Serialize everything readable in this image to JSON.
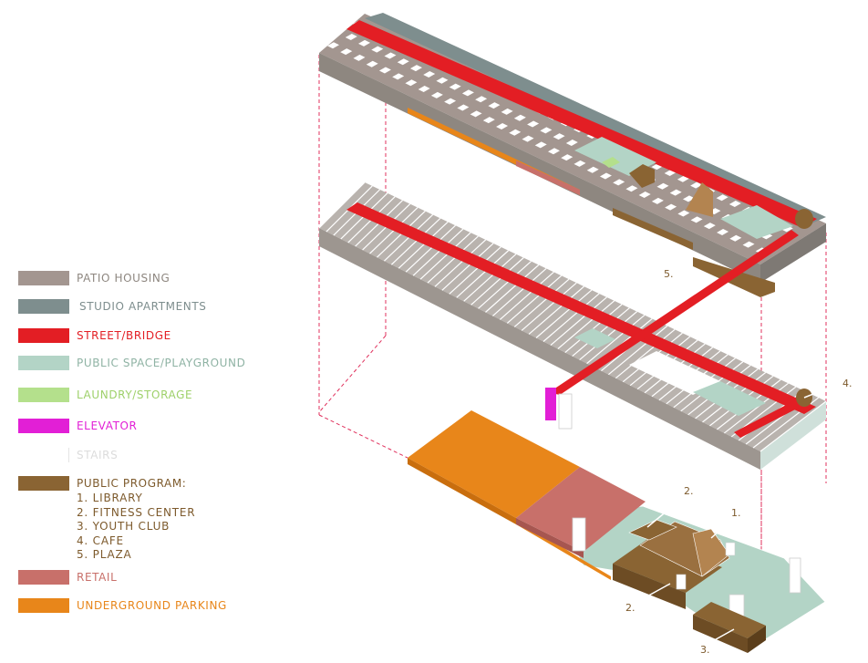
{
  "colors": {
    "patio_housing": "#a39690",
    "studio_apartments": "#7e8e8e",
    "street_bridge": "#e31e24",
    "public_space": "#b3d4c6",
    "laundry_storage": "#b4e08c",
    "elevator": "#e21fd6",
    "stairs": "#ffffff",
    "public_program": "#8a6433",
    "retail": "#c8706a",
    "underground_parking": "#e8861a"
  },
  "legend": {
    "patio_housing": "PATIO HOUSING",
    "studio_apartments": "STUDIO APARTMENTS",
    "street_bridge": "STREET/BRIDGE",
    "public_space": "PUBLIC SPACE/PLAYGROUND",
    "laundry_storage": "LAUNDRY/STORAGE",
    "elevator": "ELEVATOR",
    "stairs": "STAIRS",
    "public_program": "PUBLIC PROGRAM:",
    "program_items": [
      "1. LIBRARY",
      "2. FITNESS CENTER",
      "3. YOUTH CLUB",
      "4. CAFE",
      "5. PLAZA"
    ],
    "retail": "RETAIL",
    "underground_parking": "UNDERGROUND PARKING"
  },
  "callouts": {
    "plaza": "5.",
    "cafe": "4.",
    "fitness_top": "2.",
    "library": "1.",
    "fitness_bottom": "2.",
    "youth_club": "3."
  }
}
